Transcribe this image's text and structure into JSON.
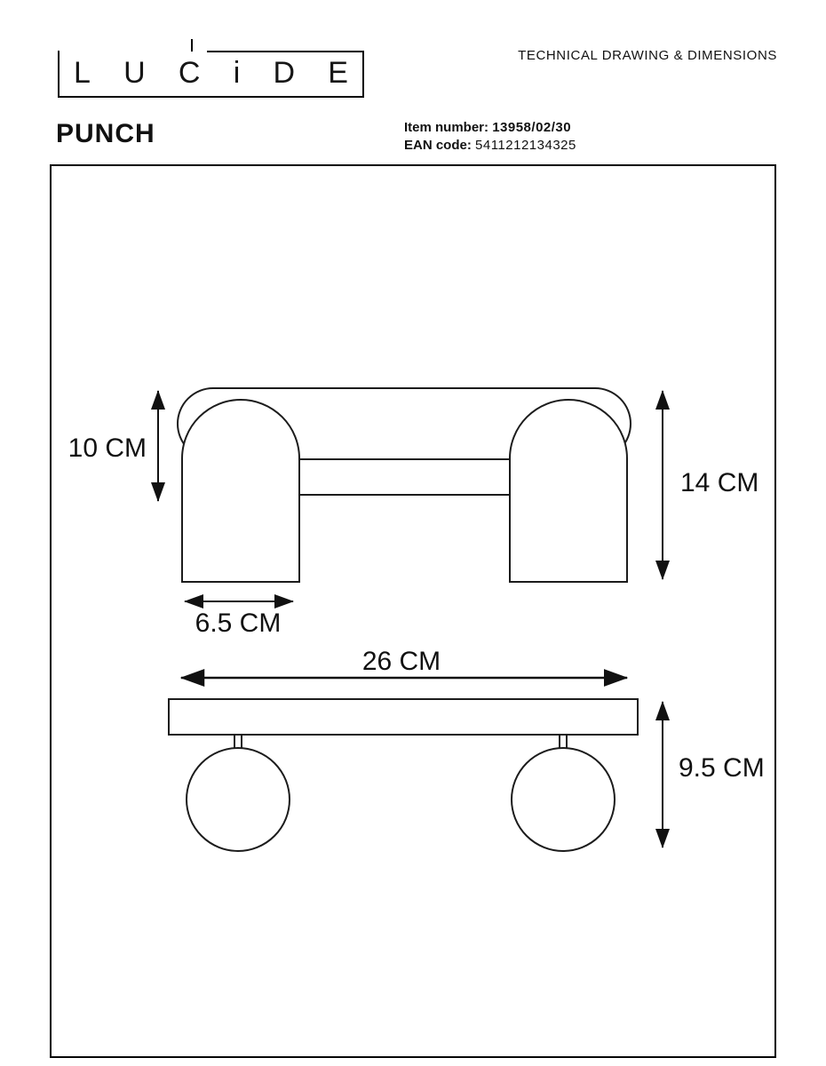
{
  "colors": {
    "ink": "#111111",
    "background": "#ffffff"
  },
  "header": {
    "logo_letters": [
      "L",
      "U",
      "C",
      "i",
      "D",
      "E"
    ],
    "doc_title": "TECHNICAL DRAWING & DIMENSIONS"
  },
  "product": {
    "name": "PUNCH",
    "item_number_label": "Item number:",
    "item_number_value": "13958/02/30",
    "ean_label": "EAN code:",
    "ean_value": "5411212134325"
  },
  "drawing": {
    "front_view": {
      "spot_height": "10 CM",
      "total_height": "14 CM",
      "spot_width": "6.5 CM"
    },
    "profile_view": {
      "total_width": "26 CM",
      "depth": "9.5 CM"
    }
  }
}
